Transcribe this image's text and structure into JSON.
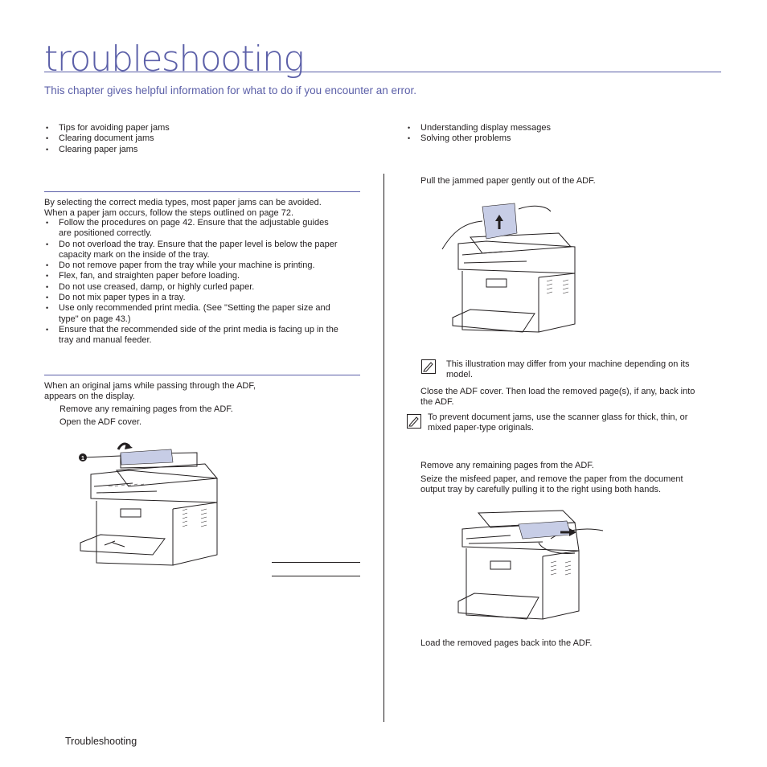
{
  "header": {
    "title": "troubleshooting",
    "intro": "This chapter gives helpful information for what to do if you encounter an error."
  },
  "toc": {
    "left": [
      "Tips for avoiding paper jams",
      "Clearing document jams",
      "Clearing paper jams"
    ],
    "right": [
      "Understanding display messages",
      "Solving other problems"
    ]
  },
  "tips": {
    "intro_line1": "By selecting the correct media types, most paper jams can be avoided.",
    "intro_line2": "When a paper jam occurs, follow the steps outlined on page 72.",
    "items": [
      [
        "Follow the procedures on page 42. Ensure that the adjustable guides",
        "are positioned correctly."
      ],
      [
        "Do not overload the tray. Ensure that the paper level is below the paper",
        "capacity mark on the inside of the tray."
      ],
      [
        "Do not remove paper from the tray while your machine is printing."
      ],
      [
        "Flex, fan, and straighten paper before loading."
      ],
      [
        "Do not use creased, damp, or highly curled paper."
      ],
      [
        "Do not mix paper types in a tray."
      ],
      [
        "Use only recommended print media. (See \"Setting the paper size and",
        "type\" on page 43.)"
      ],
      [
        "Ensure that the recommended side of the print media is facing up in the",
        "tray and manual feeder."
      ]
    ]
  },
  "document_jam": {
    "intro_line1": "When an original jams while passing through the ADF,",
    "intro_line2": "appears on the display.",
    "step1": "Remove any remaining pages from the ADF.",
    "step2": "Open the ADF cover.",
    "callout_number": "1"
  },
  "right_column": {
    "step_pull": "Pull the jammed paper gently out of the ADF.",
    "note1_line1": "This illustration may differ from your machine depending on its",
    "note1_line2": "model.",
    "close_line1": "Close the ADF cover. Then load the removed page(s), if any, back into",
    "close_line2": "the ADF.",
    "note2_line1": "To prevent document jams, use the scanner glass for thick, thin, or",
    "note2_line2": "mixed paper-type originals.",
    "step_remove": "Remove any remaining pages from the ADF.",
    "seize_line1": "Seize the misfeed paper, and remove the paper from the document",
    "seize_line2": "output tray by carefully pulling it to the right using both hands.",
    "step_load": "Load the removed pages back into the ADF."
  },
  "footer": {
    "label": "Troubleshooting"
  }
}
